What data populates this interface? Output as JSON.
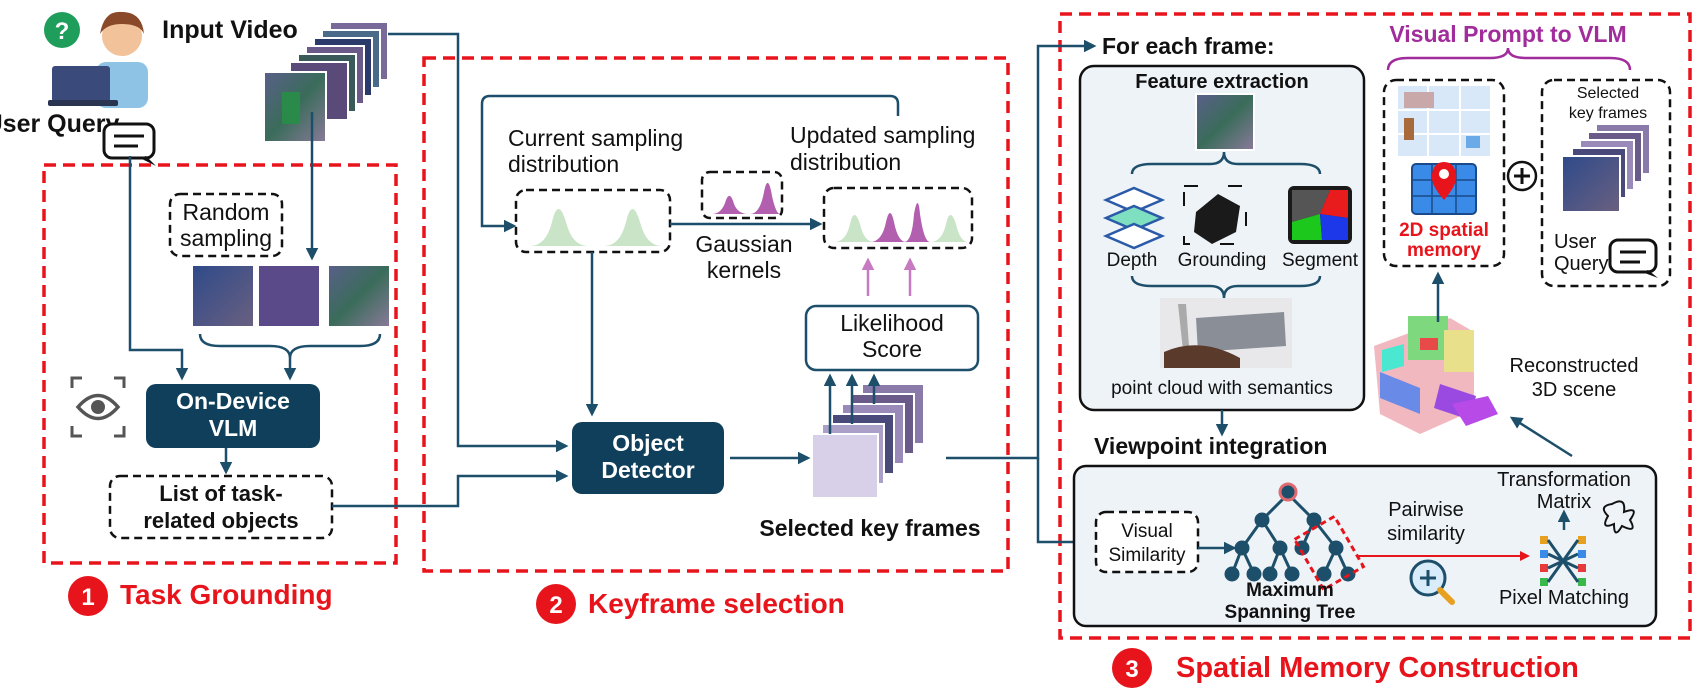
{
  "header": {
    "user_query": "User Query",
    "input_video": "Input Video"
  },
  "section1": {
    "number": "1",
    "title": "Task Grounding",
    "random_sampling": "Random sampling",
    "vlm": "On-Device VLM",
    "objects": "List of task-related objects"
  },
  "section2": {
    "number": "2",
    "title": "Keyframe selection",
    "current_dist": "Current sampling distribution",
    "updated_dist": "Updated sampling distribution",
    "gaussian": "Gaussian kernels",
    "likelihood": "Likelihood Score",
    "detector": "Object Detector",
    "selected": "Selected key frames"
  },
  "section3": {
    "number": "3",
    "title": "Spatial Memory Construction",
    "for_each": "For each frame:",
    "feature_extraction": "Feature extraction",
    "depth": "Depth",
    "grounding": "Grounding",
    "segment": "Segment",
    "point_cloud": "point cloud with semantics",
    "viewpoint": "Viewpoint integration",
    "visual_similarity": "Visual Similarity",
    "mst": "Maximum Spanning Tree",
    "pairwise": "Pairwise similarity",
    "transformation": "Transformation Matrix",
    "pixel_matching": "Pixel Matching",
    "reconstructed": "Reconstructed 3D scene",
    "visual_prompt": "Visual Prompt to VLM",
    "spatial_memory": "2D spatial memory",
    "selected_kf": "Selected key frames",
    "user_query": "User Query"
  },
  "colors": {
    "accent_red": "#e8141c",
    "dark_teal": "#0f3f5a",
    "purple": "#a12c9c",
    "line": "#1d4f6a"
  }
}
